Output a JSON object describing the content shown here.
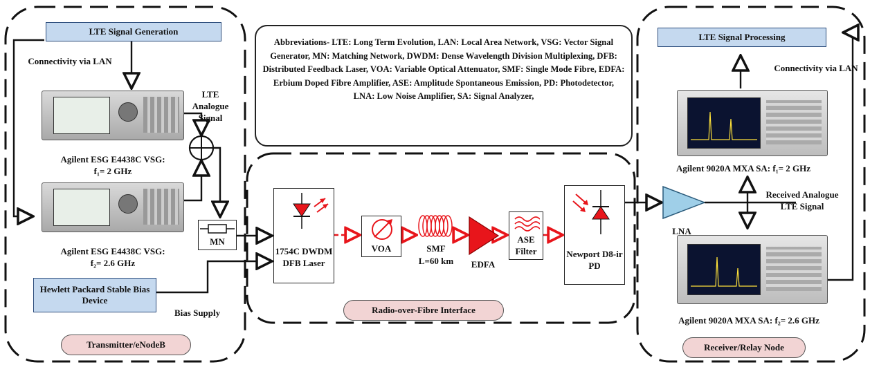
{
  "transmitter": {
    "title": "Transmitter/eNodeB",
    "lte_gen": "LTE Signal Generation",
    "connectivity": "Connectivity via LAN",
    "vsg1_name": "Agilent ESG E4438C VSG:",
    "vsg1_freq": "f₁= 2 GHz",
    "vsg2_name": "Agilent ESG E4438C VSG:",
    "vsg2_freq": "f₂= 2.6 GHz",
    "analogue": "LTE Analogue Signal",
    "mn": "MN",
    "hp_bias": "Hewlett Packard Stable Bias Device",
    "bias_supply": "Bias Supply"
  },
  "abbreviations": "Abbreviations- LTE: Long Term Evolution, LAN: Local Area Network, VSG: Vector Signal Generator, MN: Matching Network, DWDM: Dense Wavelength Division Multiplexing, DFB: Distributed Feedback Laser, VOA: Variable Optical Attenuator, SMF: Single Mode Fibre, EDFA: Erbium Doped Fibre Amplifier, ASE: Amplitude Spontaneous Emission, PD: Photodetector, LNA: Low Noise Amplifier, SA: Signal Analyzer,",
  "rof": {
    "title": "Radio-over-Fibre Interface",
    "laser": "1754C DWDM DFB Laser",
    "voa": "VOA",
    "smf": "SMF",
    "smf_len": "L=60 km",
    "edfa": "EDFA",
    "ase": "ASE Filter",
    "pd": "Newport D8-ir PD"
  },
  "receiver": {
    "title": "Receiver/Relay Node",
    "lte_proc": "LTE Signal Processing",
    "connectivity": "Connectivity via LAN",
    "sa1": "Agilent 9020A MXA SA: f₁= 2 GHz",
    "sa2": "Agilent 9020A MXA SA: f₂= 2.6 GHz",
    "received": "Received Analogue LTE Signal",
    "lna": "LNA"
  },
  "colors": {
    "blue_box": "#c5d9ef",
    "pink_pill": "#f2d4d4",
    "optical_red": "#e8151b"
  }
}
